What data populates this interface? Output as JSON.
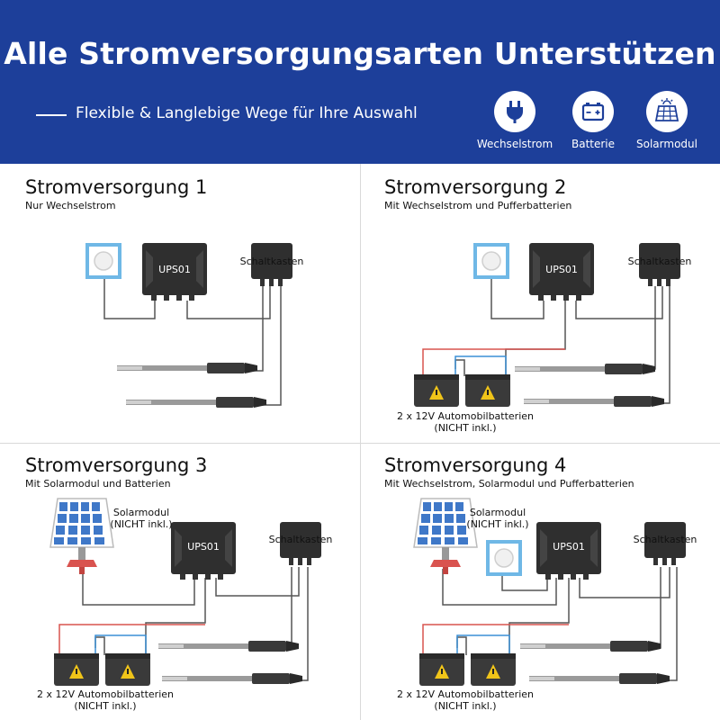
{
  "header": {
    "title": "Alle Stromversorgungsarten Unterstützen",
    "subtitle": "Flexible & Langlebige Wege für Ihre Auswahl",
    "power_types": [
      {
        "label": "Wechselstrom",
        "icon": "plug-icon"
      },
      {
        "label": "Batterie",
        "icon": "battery-icon"
      },
      {
        "label": "Solarmodul",
        "icon": "solar-panel-icon"
      }
    ]
  },
  "panels": [
    {
      "title": "Stromversorgung 1",
      "subtitle": "Nur Wechselstrom"
    },
    {
      "title": "Stromversorgung 2",
      "subtitle": "Mit Wechselstrom und Pufferbatterien"
    },
    {
      "title": "Stromversorgung 3",
      "subtitle": "Mit Solarmodul und Batterien"
    },
    {
      "title": "Stromversorgung 4",
      "subtitle": "Mit Wechselstrom, Solarmodul und Pufferbatterien"
    }
  ],
  "labels": {
    "controller": "UPS01",
    "junction_box": "Schaltkasten",
    "batteries_line1": "2 x 12V Automobilbatterien",
    "batteries_line2": "(NICHT inkl.)",
    "solar_line1": "Solarmodul",
    "solar_line2": "(NICHT inkl.)"
  },
  "colors": {
    "header_bg": "#1d3f9a",
    "wire": "#555555",
    "wire_positive": "#d9534f",
    "wire_negative": "#3a8fd6",
    "device": "#2f2f2f",
    "outlet_frame": "#6fb8e6",
    "solar_cell": "#3f78c8"
  }
}
